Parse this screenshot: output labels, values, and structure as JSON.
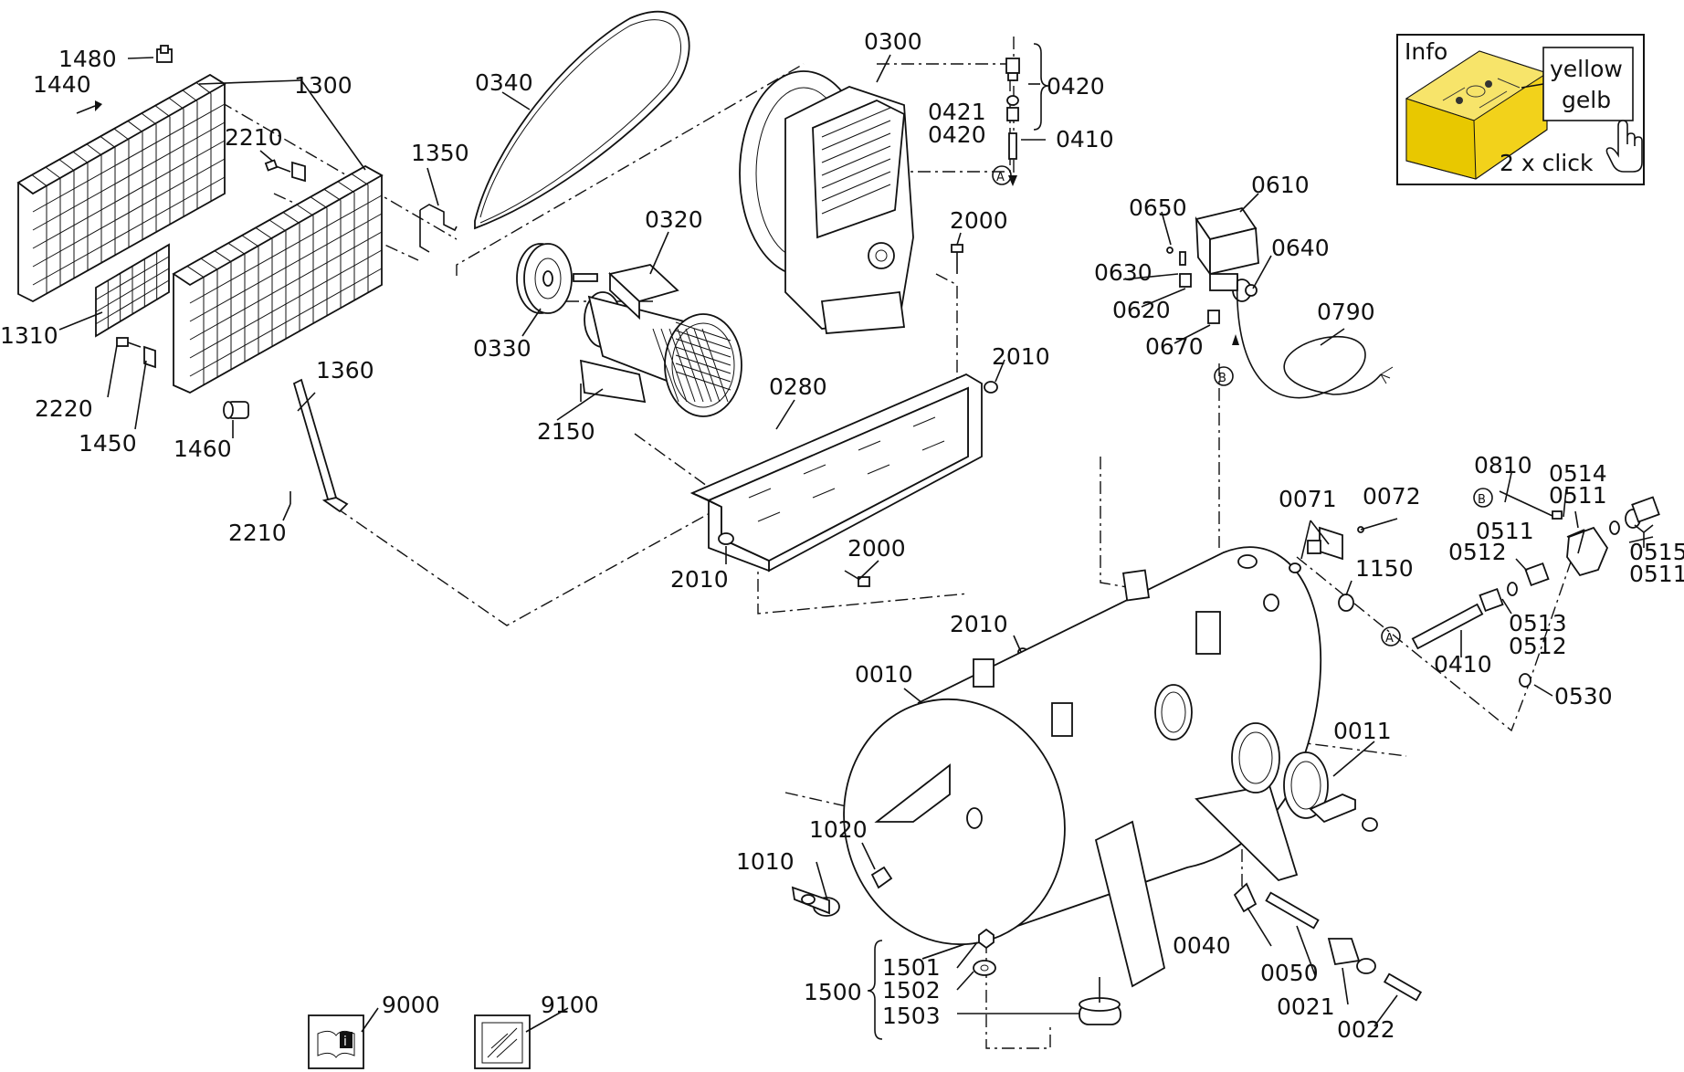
{
  "info_box": {
    "title": "Info",
    "color_en": "yellow",
    "color_de": "gelb",
    "hint": "2 x click",
    "accent_color": "#f2d21b"
  },
  "parts": {
    "p1480": "1480",
    "p1440": "1440",
    "p1300": "1300",
    "p2210a": "2210",
    "p1350": "1350",
    "p0340": "0340",
    "p0300": "0300",
    "p0420a": "0420",
    "p0421": "0421",
    "p0420b": "0420",
    "p0410a": "0410",
    "p0320": "0320",
    "p2000a": "2000",
    "p0650": "0650",
    "p0610": "0610",
    "p0630": "0630",
    "p0640": "0640",
    "p0620": "0620",
    "p0790": "0790",
    "p0670": "0670",
    "p1310": "1310",
    "p0330": "0330",
    "p2220": "2220",
    "p1360": "1360",
    "p2010a": "2010",
    "p1450": "1450",
    "p1460": "1460",
    "p2150": "2150",
    "p0280": "0280",
    "p0810": "0810",
    "p0514": "0514",
    "p0511a": "0511",
    "p0071": "0071",
    "p0072": "0072",
    "p0511b": "0511",
    "p2210b": "2210",
    "p0515": "0515",
    "p0512a": "0512",
    "p0511c": "0511",
    "p2000b": "2000",
    "p1150": "1150",
    "p2010b": "2010",
    "p0513": "0513",
    "p0512b": "0512",
    "p2010c": "2010",
    "p0410b": "0410",
    "p0530": "0530",
    "p0010": "0010",
    "p0011": "0011",
    "p1020": "1020",
    "p1010": "1010",
    "p0040": "0040",
    "p0050": "0050",
    "p1501": "1501",
    "p1500": "1500",
    "p1502": "1502",
    "p0021": "0021",
    "p1503": "1503",
    "p0022": "0022",
    "p9000": "9000",
    "p9100": "9100"
  },
  "markers": {
    "a_top": "A",
    "a_right": "A",
    "b_mid": "B",
    "b_right": "B"
  }
}
